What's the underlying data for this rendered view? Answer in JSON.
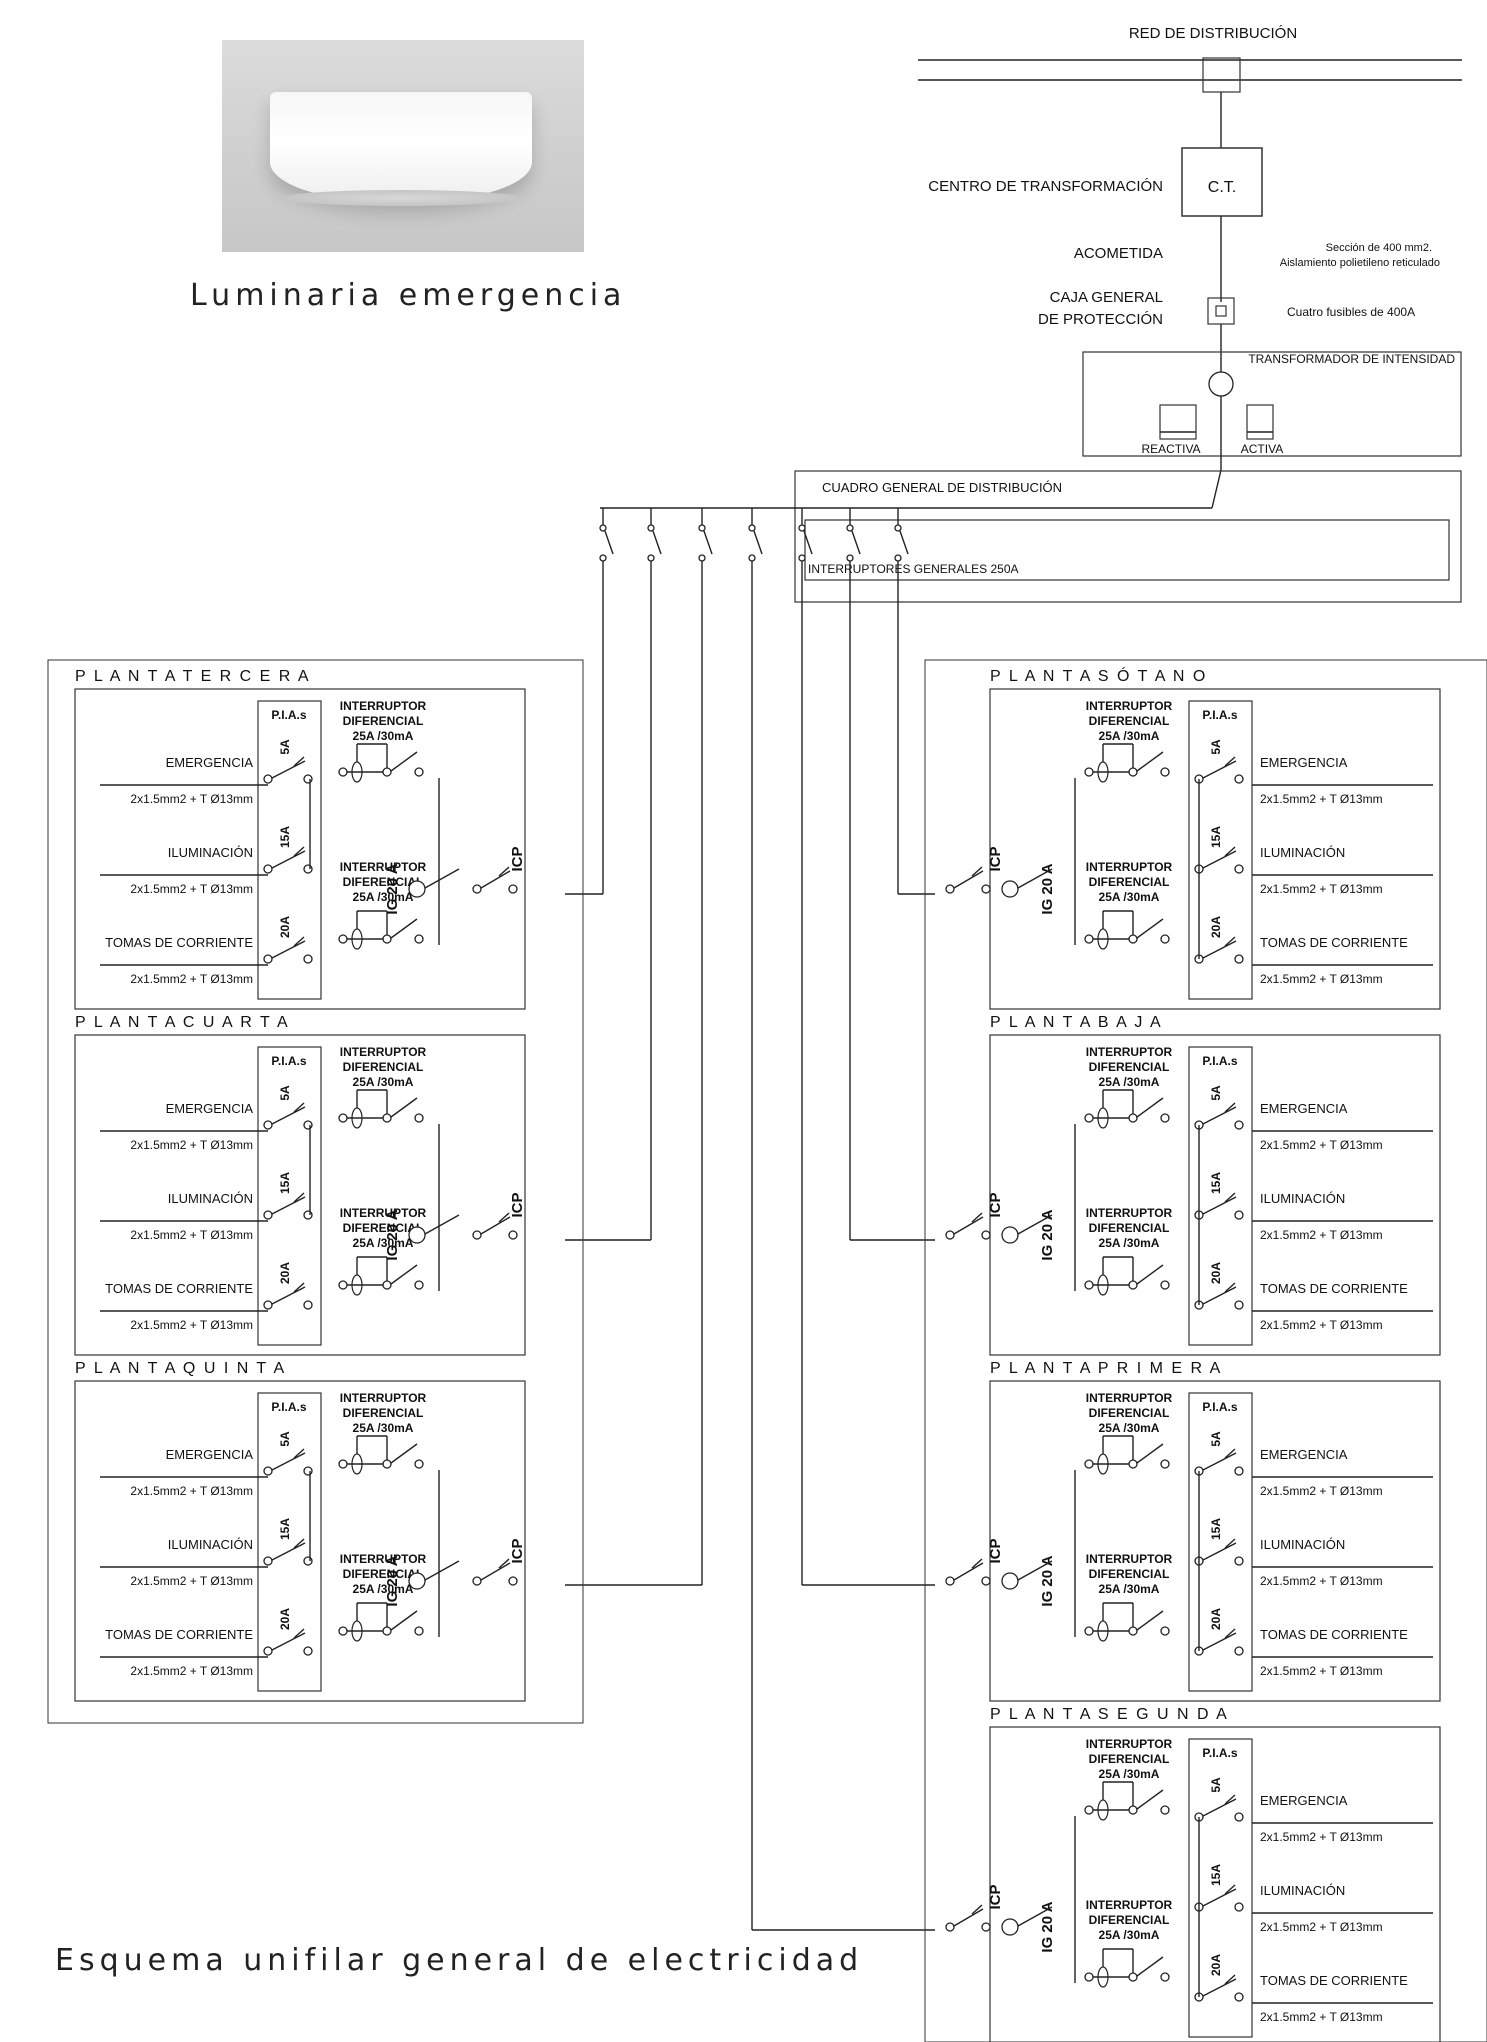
{
  "photo_caption": "Luminaria emergencia",
  "scheme_caption": "Esquema unifilar general de electricidad",
  "supply": {
    "red": "RED DE DISTRIBUCIÓN",
    "ct_label": "CENTRO DE TRANSFORMACIÓN",
    "ct_box": "C.T.",
    "acometida": "ACOMETIDA",
    "acometida_note1": "Sección de 400 mm2.",
    "acometida_note2": "Aislamiento polietileno reticulado",
    "cgp1": "CAJA GENERAL",
    "cgp2": "DE PROTECCIÓN",
    "fuses": "Cuatro fusibles de 400A",
    "trafo": "TRANSFORMADOR DE INTENSIDAD",
    "reactiva": "REACTIVA",
    "activa": "ACTIVA",
    "cuadro": "CUADRO GENERAL DE DISTRIBUCIÓN",
    "interruptores": "INTERRUPTORES GENERALES 250A"
  },
  "floors_left": [
    "P L A N T A     T E R C E R A",
    "P L A N T A     C U A R T A",
    "P L A N T A     Q U I N T A"
  ],
  "floors_right": [
    "P L A N T A     S Ó T A N O",
    "P L A N T A                 B A J A",
    "P L A N T A     P R I M E R A",
    "P L A N T A     S E G U N D A"
  ],
  "panel": {
    "pias": "P.I.A.s",
    "diff1": "INTERRUPTOR",
    "diff2": "DIFERENCIAL",
    "diff3": "25A /30mA",
    "ig": "IG 20 A",
    "icp": "ICP",
    "circuits": [
      "EMERGENCIA",
      "ILUMINACIÓN",
      "TOMAS DE CORRIENTE"
    ],
    "ratings": [
      "5A",
      "15A",
      "20A"
    ],
    "cable": "2x1.5mm2 + T Ø13mm"
  }
}
